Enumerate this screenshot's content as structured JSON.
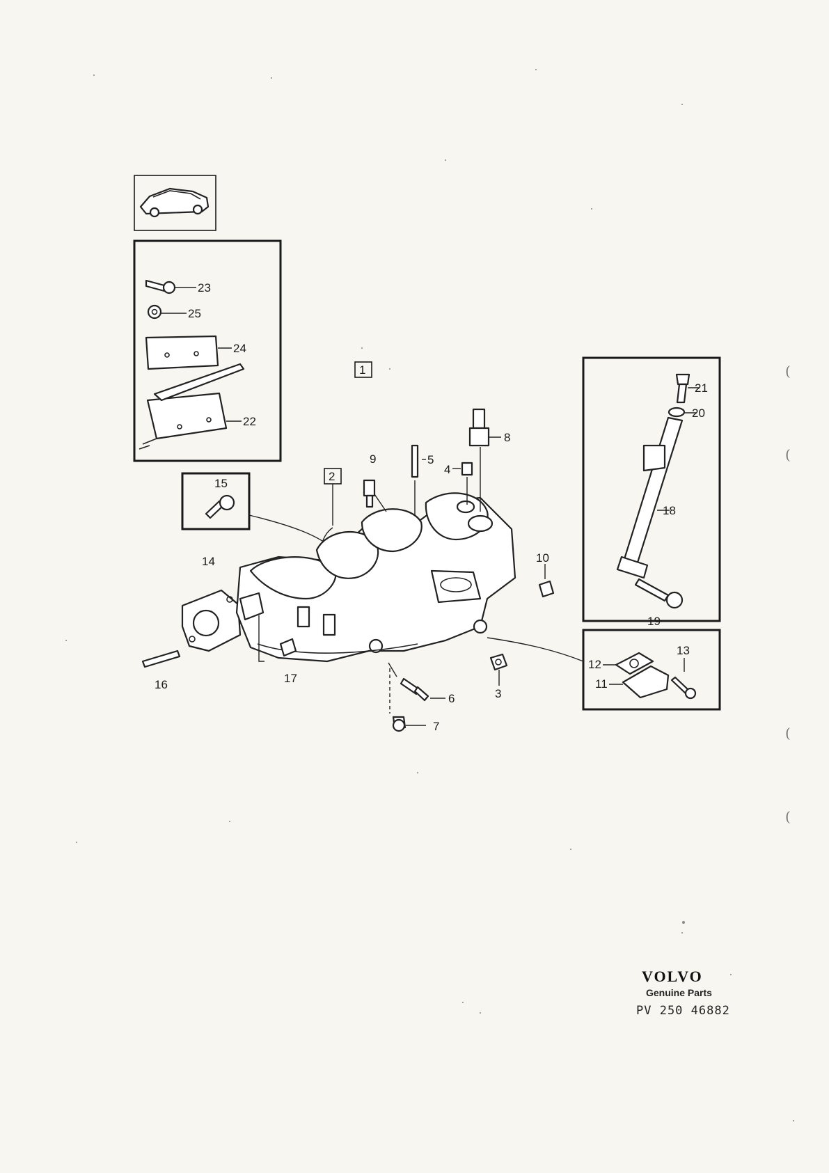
{
  "diagram": {
    "callouts": [
      "1",
      "2",
      "3",
      "4",
      "5",
      "6",
      "7",
      "8",
      "9",
      "10",
      "11",
      "12",
      "13",
      "14",
      "15",
      "16",
      "17",
      "18",
      "19",
      "20",
      "21",
      "22",
      "23",
      "24",
      "25"
    ]
  },
  "footer": {
    "brand": "VOLVO",
    "subtitle": "Genuine Parts",
    "code": "PV 250 46882"
  },
  "colors": {
    "paper": "#f7f6f1",
    "ink": "#1e1e1e"
  },
  "icons": [
    "car-thumbnail-icon"
  ]
}
